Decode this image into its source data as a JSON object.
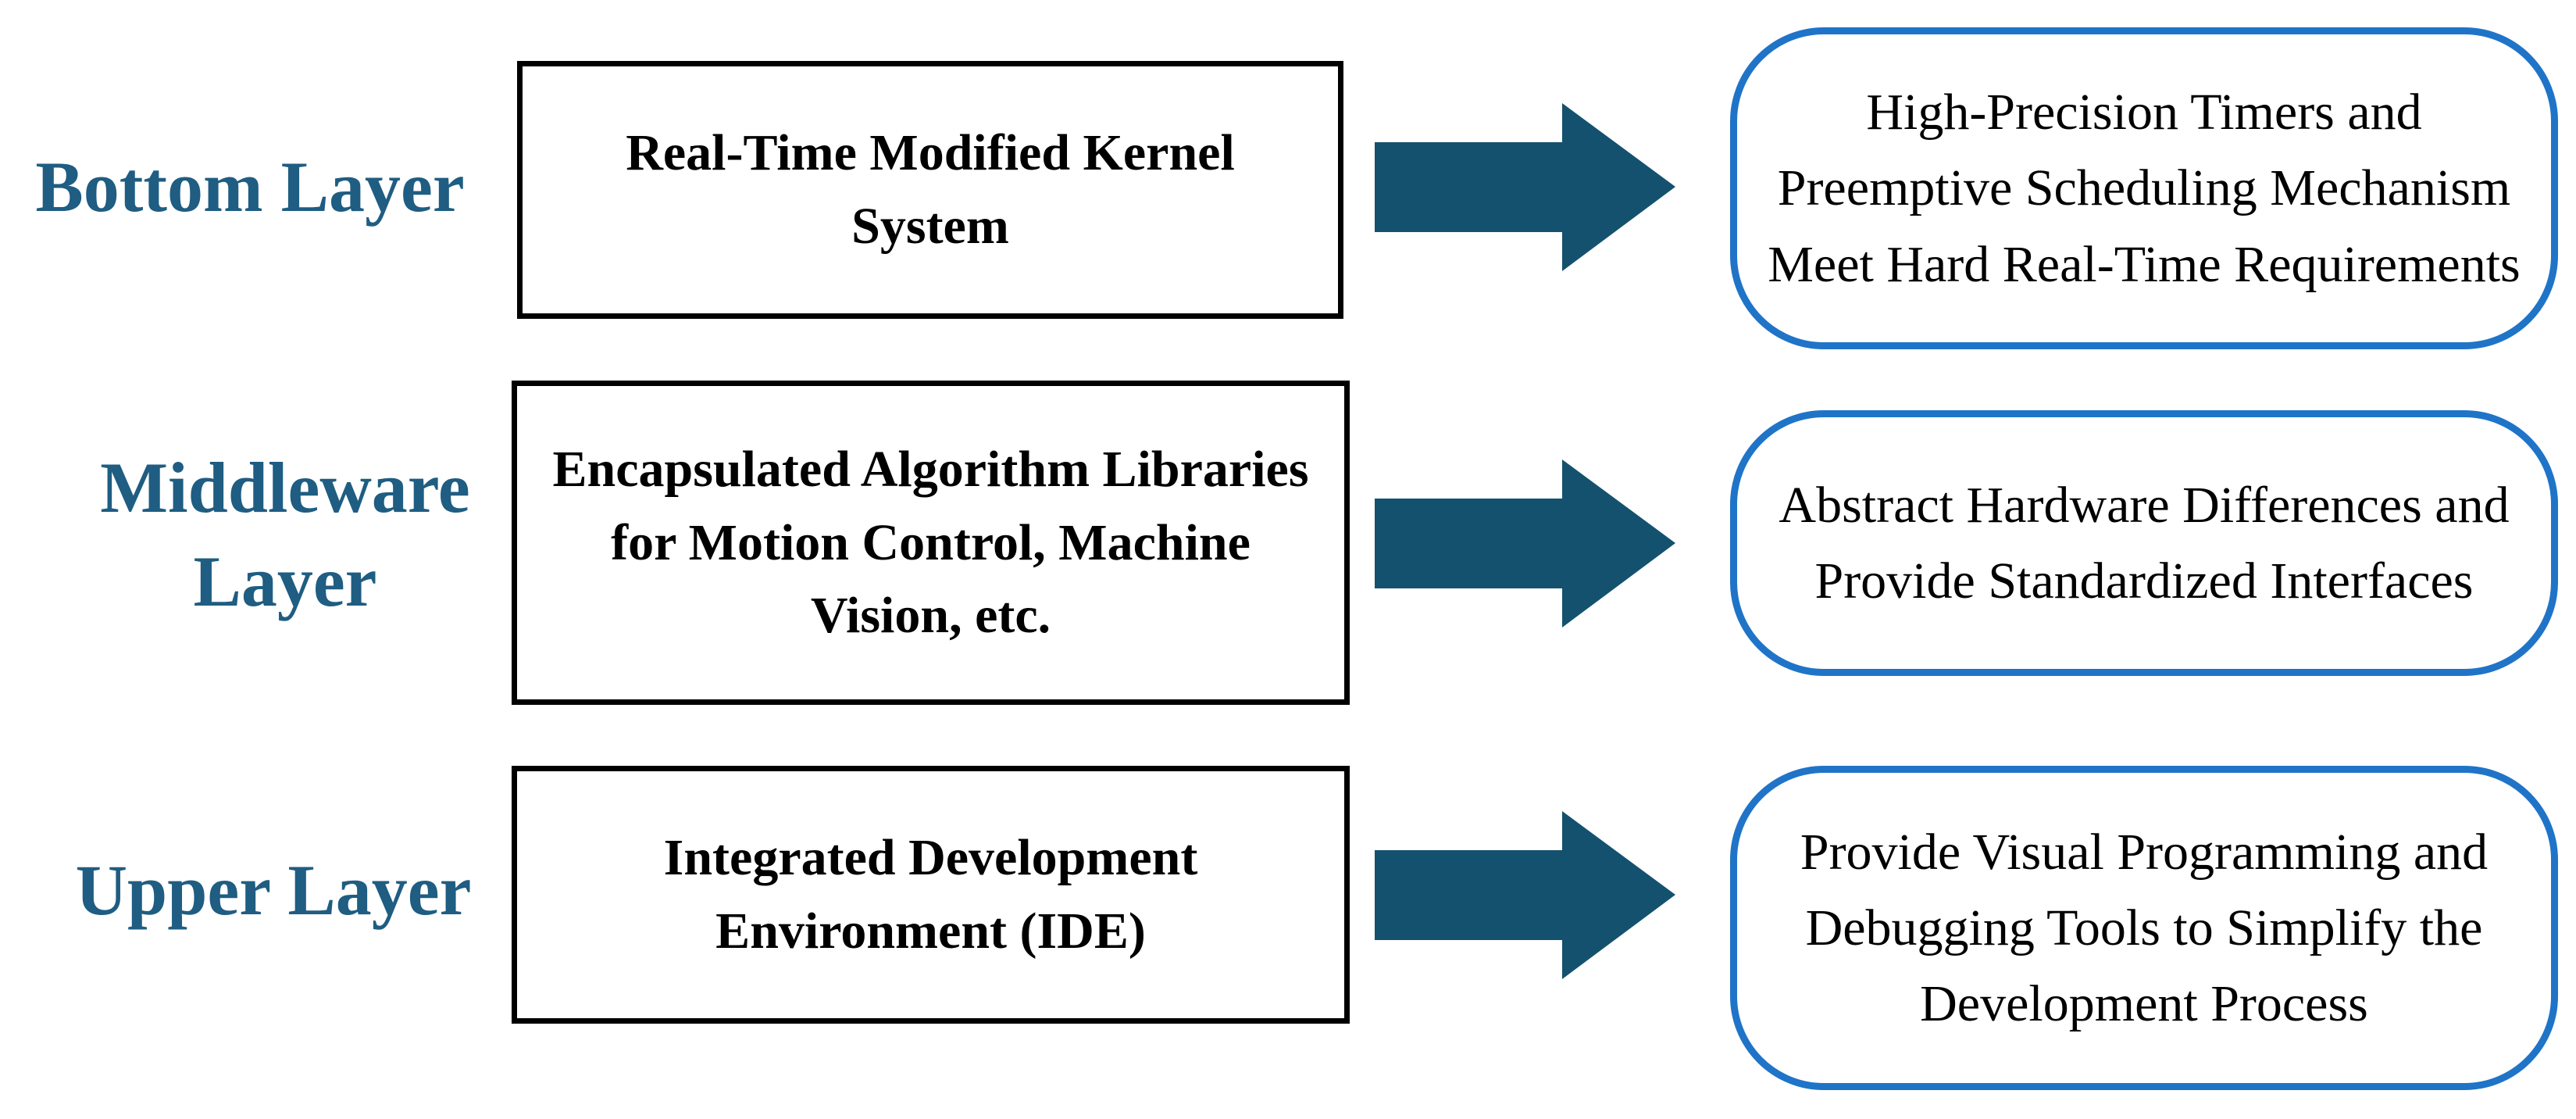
{
  "colors": {
    "label_text": "#1f5d82",
    "arrow_fill": "#14516f",
    "desc_border": "#1f74c8",
    "box_border": "#000000"
  },
  "rows": [
    {
      "layer": "Bottom Layer",
      "component": "Real-Time Modified Kernel System",
      "description": "High-Precision Timers and Preemptive Scheduling Mechanism Meet Hard Real-Time Requirements"
    },
    {
      "layer": "Middleware Layer",
      "component": "Encapsulated Algorithm Libraries for Motion Control, Machine Vision, etc.",
      "description": "Abstract Hardware Differences and Provide Standardized Interfaces"
    },
    {
      "layer": "Upper Layer",
      "component": "Integrated Development Environment (IDE)",
      "description": "Provide Visual Programming and Debugging Tools to Simplify the Development Process"
    }
  ]
}
